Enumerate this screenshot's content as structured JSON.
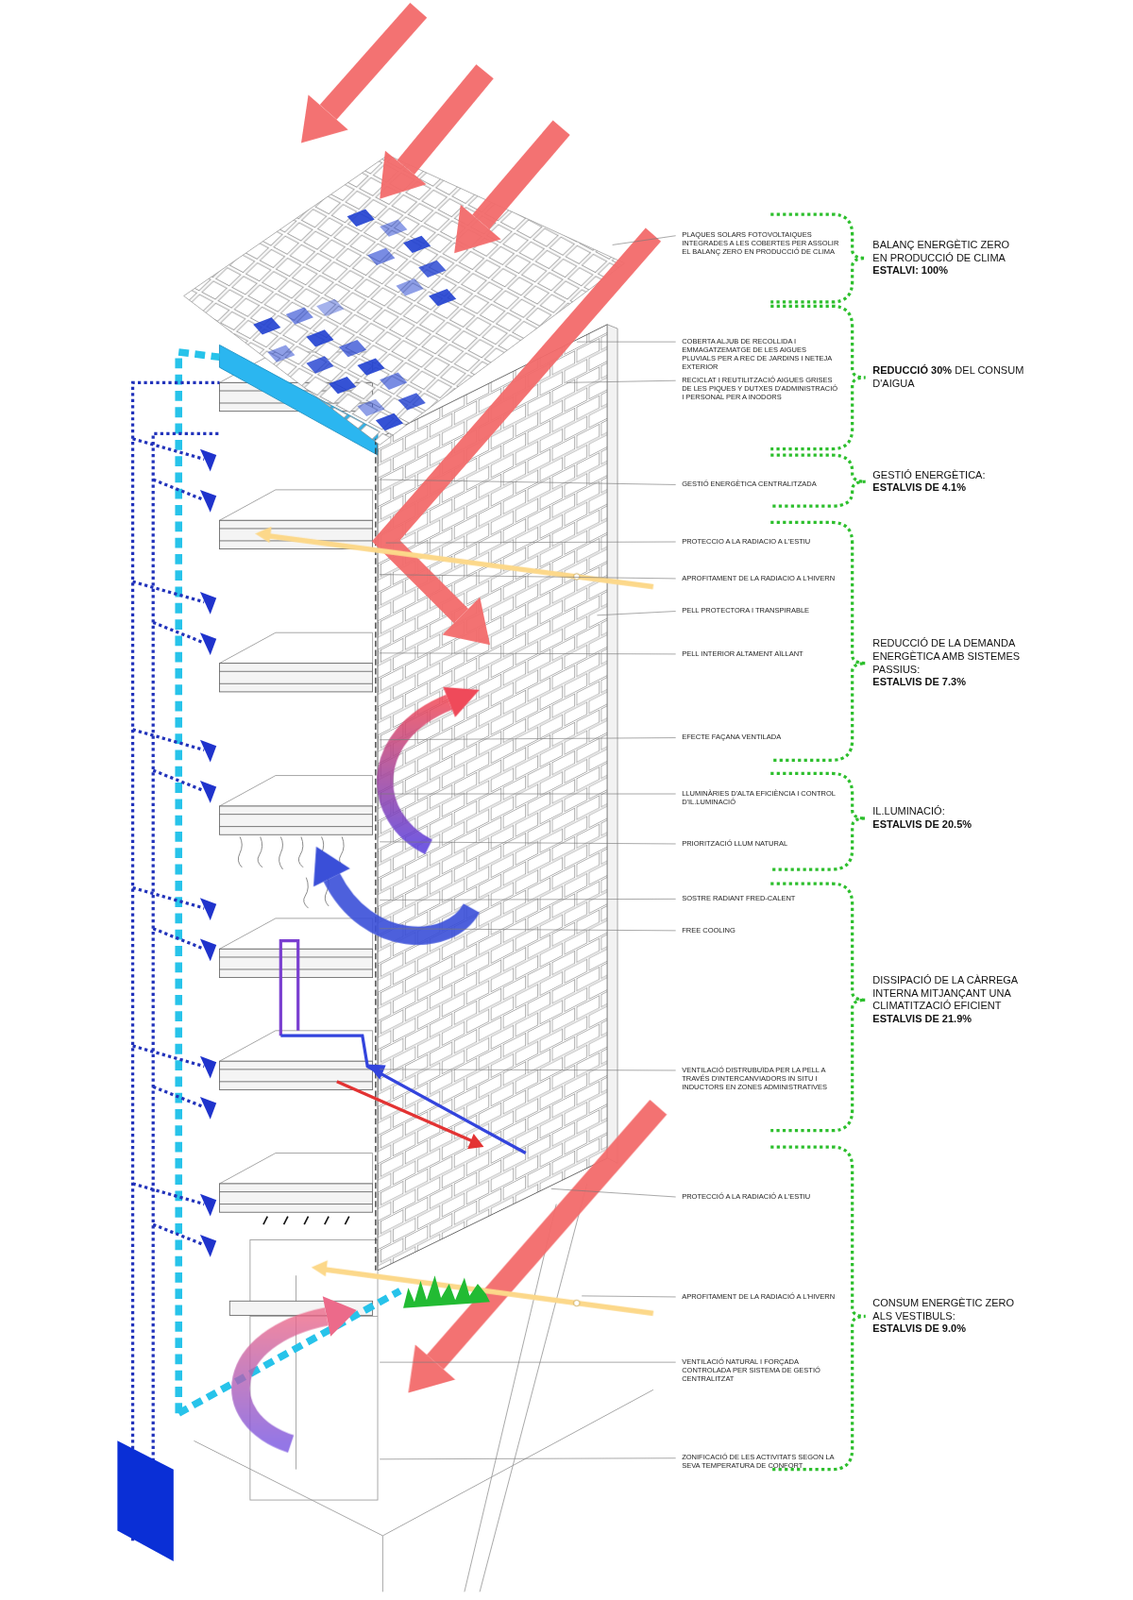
{
  "diagram": {
    "labels": [
      "PLAQUES SOLARS FOTOVOLTAIQUES INTEGRADES A LES COBERTES PER ASSOLIR EL BALANÇ ZERO EN PRODUCCIÓ DE CLIMA",
      "COBERTA ALJUB DE RECOLLIDA I EMMAGATZEMATGE DE LES AIGUES PLUVIALS PER A REC DE JARDINS I NETEJA EXTERIOR",
      "RECICLAT I REUTILITZACIÓ AIGUES GRISES DE LES PIQUES Y DUTXES D'ADMINISTRACIÓ I PERSONAL PER A INODORS",
      "GESTIÓ ENERGÈTICA CENTRALITZADA",
      "PROTECCIO A LA RADIACIO A L'ESTIU",
      "APROFITAMENT DE LA RADIACIO A L'HIVERN",
      "PELL PROTECTORA I TRANSPIRABLE",
      "PELL INTERIOR ALTAMENT AÏLLANT",
      "EFECTE FAÇANA VENTILADA",
      "LLUMINÀRIES D'ALTA EFICIÈNCIA I CONTROL D'IL.LUMINACIÓ",
      "PRIORITZACIÓ LLUM NATURAL",
      "SOSTRE RADIANT FRED-CALENT",
      "FREE COOLING",
      "VENTILACIÓ DISTRUBUÏDA PER LA PELL A TRAVÉS D'INTERCANVIADORS IN SITU I INDUCTORS EN ZONES ADMINISTRATIVES",
      "PROTECCIÓ A LA RADIACIÓ A L'ESTIU",
      "APROFITAMENT DE LA RADIACIÓ A L'HIVERN",
      "VENTILACIÓ NATURAL I FORÇADA CONTROLADA PER SISTEMA DE GESTIÓ CENTRALITZAT",
      "ZONIFICACIÓ DE LES ACTIVITATS SEGON LA SEVA TEMPERATURA DE CONFORT",
      "BALANÇ ENERGÈTIC ZERO EN PRODUCCIÓ DE CLIMA",
      "ESTALVI: 100%",
      "REDUCCIÓ 30%",
      "DEL CONSUM D'AIGUA",
      "GESTIÓ ENERGÈTICA:",
      "ESTALVIS DE 4.1%",
      "REDUCCIÓ DE LA DEMANDA ENERGÈTICA AMB SISTEMES PASSIUS:",
      "ESTALVIS DE 7.3%",
      "IL.LUMINACIÓ:",
      "ESTALVIS DE 20.5%",
      "DISSIPACIÓ DE LA CÀRREGA INTERNA MITJANÇANT UNA CLIMATITZACIÓ EFICIENT",
      "ESTALVIS DE 21.9%",
      "CONSUM ENERGÈTIC ZERO ALS VESTIBULS:",
      "ESTALVIS DE 9.0%"
    ]
  }
}
